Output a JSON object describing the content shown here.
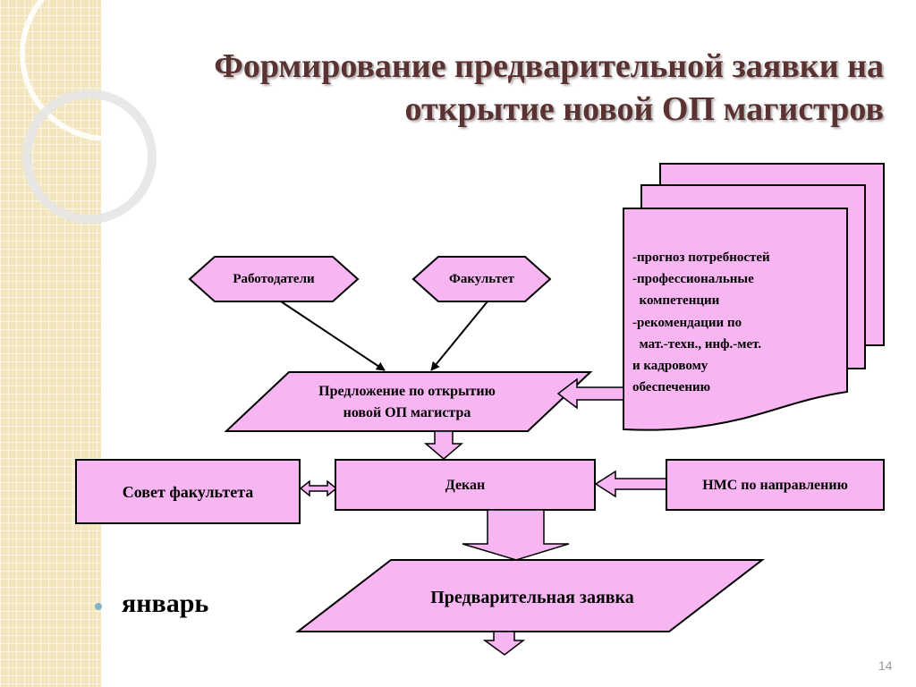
{
  "title": {
    "line1": "Формирование предварительной заявки на",
    "line2": "открытие новой ОП магистров"
  },
  "diagram": {
    "employers": "Работодатели",
    "faculty": "Факультет",
    "proposal_line1": "Предложение по открытию",
    "proposal_line2": "новой ОП магистра",
    "council": "Совет факультета",
    "dean": "Декан",
    "nms": "НМС по направлению",
    "preliminary_application": "Предварительная заявка",
    "document_lines": [
      "-прогноз потребностей",
      "-профессиональные",
      "  компетенции",
      "-рекомендации по",
      "  мат.-техн., инф.-мет.",
      "и кадровому",
      "обеспечению"
    ]
  },
  "bullet": "январь",
  "slide_number": "14",
  "colors": {
    "box_fill": "#f7b5f2",
    "title_color": "#5a3232",
    "strip_color": "#f3e6bf",
    "bullet_color": "#7fb3c8"
  }
}
